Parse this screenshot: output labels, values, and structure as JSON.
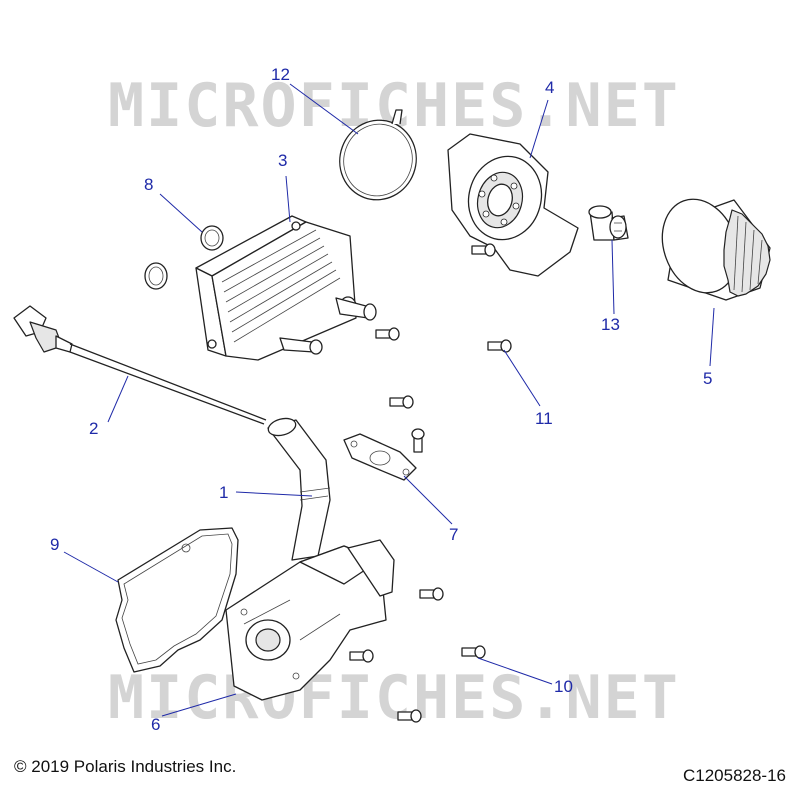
{
  "watermark": "MICROFICHES.NET",
  "copyright": "© 2019 Polaris Industries Inc.",
  "drawing_id": "C1205828-16",
  "callouts": {
    "c1": "1",
    "c2": "2",
    "c3": "3",
    "c4": "4",
    "c5": "5",
    "c6": "6",
    "c7": "7",
    "c8": "8",
    "c9": "9",
    "c10": "10",
    "c11": "11",
    "c12": "12",
    "c13": "13"
  },
  "colors": {
    "callout": "#1f2aa8",
    "linework": "#222222",
    "watermark": "#d4d4d4"
  }
}
